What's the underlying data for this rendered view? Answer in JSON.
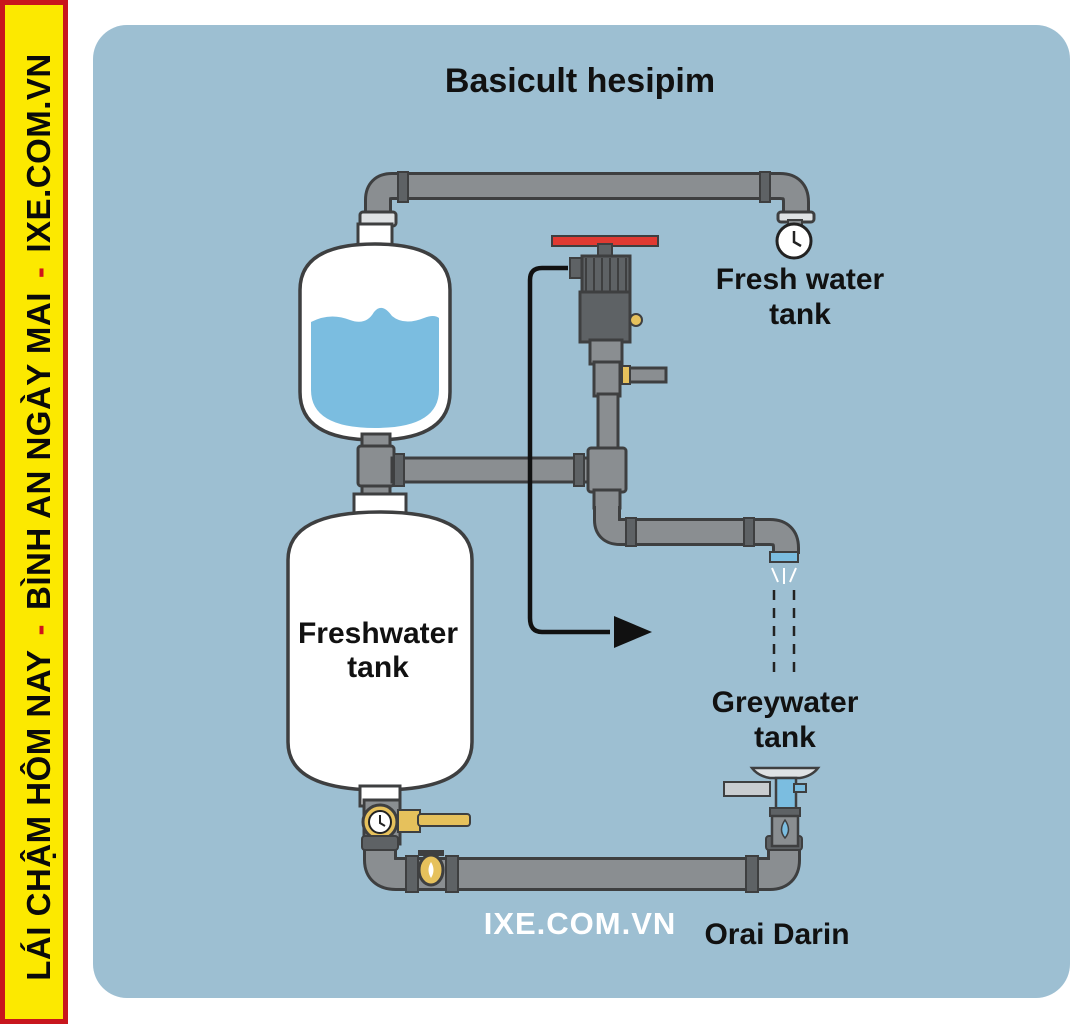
{
  "banner": {
    "segments": [
      "LÁI CHẬM HÔM NAY",
      "BÌNH AN NGÀY MAI",
      "IXE.COM.VN"
    ],
    "separator": "-",
    "background_color": "#fce900",
    "border_color": "#c8161d",
    "separator_color": "#d0141b"
  },
  "diagram": {
    "title": "Basicult hesipim",
    "labels": {
      "fresh_water_tank_top": "Fresh water\ntank",
      "freshwater_tank": "Freshwater\ntank",
      "greywater_tank": "Greywater\ntank",
      "drain": "Orai Darin"
    },
    "watermark": "IXE.COM.VN",
    "colors": {
      "panel": "#9dbfd2",
      "pipe": "#8a8e91",
      "water": "#7bbde0",
      "valve_handle": "#e03a32",
      "brass": "#e6c15c"
    },
    "icons": [
      "clock-gauge-icon",
      "pressure-gauge-icon",
      "flow-arrow-icon",
      "water-drop-icon",
      "valve-handle-icon",
      "faucet-icon"
    ]
  }
}
